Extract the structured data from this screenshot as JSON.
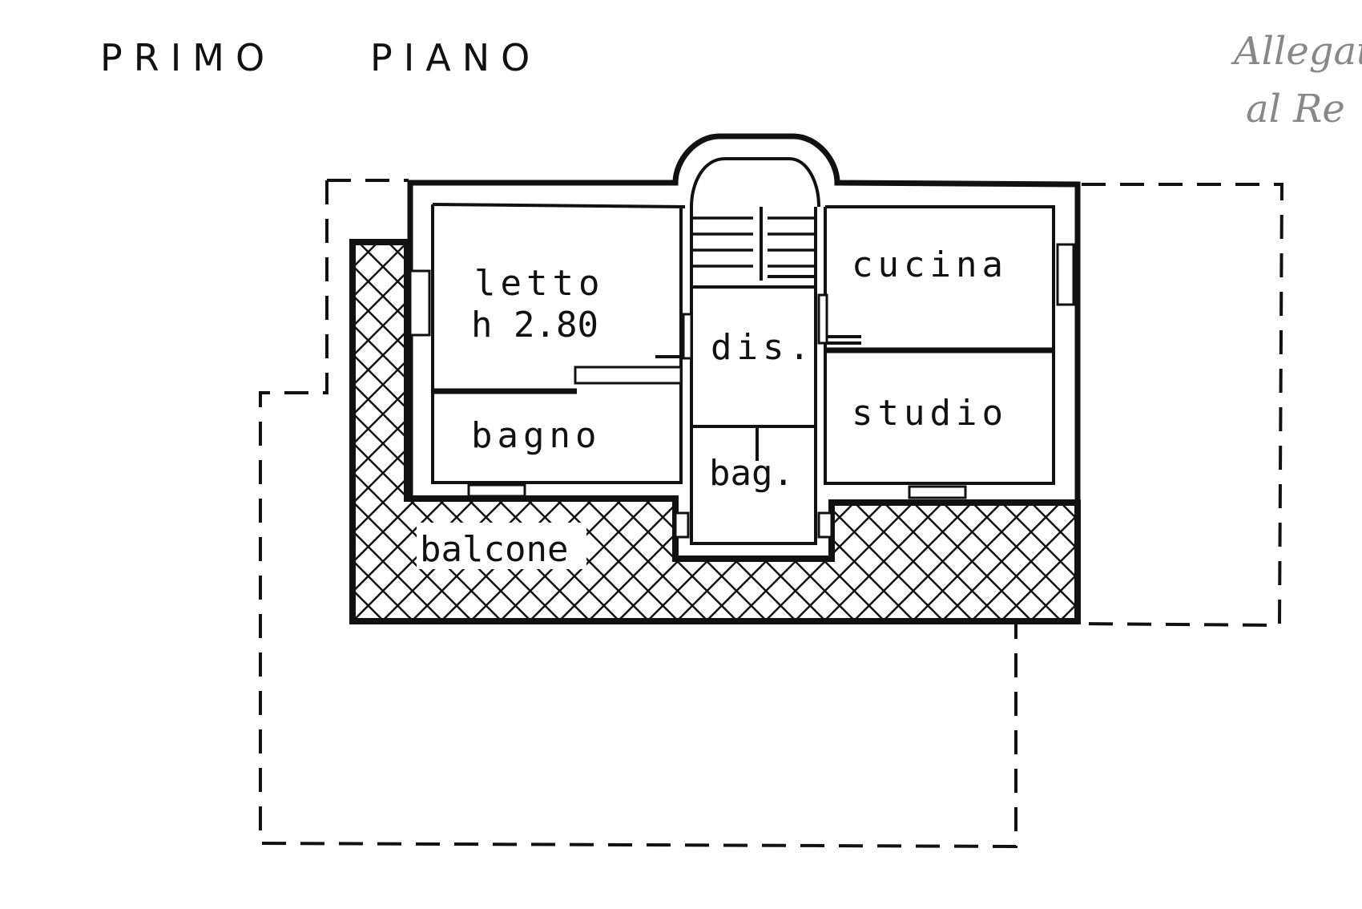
{
  "plan": {
    "title_left": "PRIMO",
    "title_right": "PIANO",
    "note_line1": "Allegat",
    "note_line2": "al Re",
    "rooms": {
      "letto": "letto",
      "letto_height": "h 2.80",
      "bagno": "bagno",
      "dis": "dis.",
      "bag": "bag.",
      "cucina": "cucina",
      "studio": "studio",
      "balcone": "balcone"
    }
  }
}
